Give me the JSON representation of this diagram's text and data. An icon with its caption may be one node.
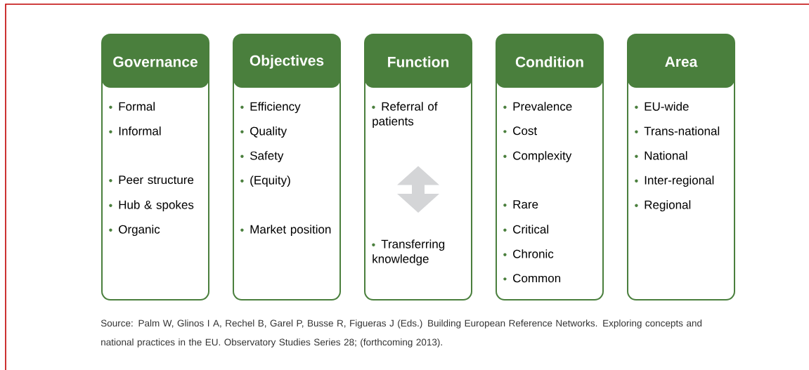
{
  "diagram": {
    "caption": "Source: Palm W, Glinos I A, Rechel B, Garel P, Busse R, Figueras J (Eds.) Building European Reference Networks. Exploring concepts and national practices in the EU. Observatory Studies Series 28; (forthcoming 2013).",
    "nodes": [
      {
        "text": [
          "Governance",
          "Formal",
          "Informal",
          "Peer structure",
          "Hub & spokes",
          "Organic"
        ]
      },
      {
        "text": [
          "Objectives",
          "Efficiency",
          "Quality",
          "Safety",
          "(Equity)",
          "Market position"
        ]
      },
      {
        "text": [
          "Function",
          "Referral of patients",
          "Transferring knowledge"
        ]
      },
      {
        "text": [
          "Condition",
          "Prevalence",
          "Cost",
          "Complexity",
          "Rare",
          "Critical",
          "Chronic",
          "Common"
        ]
      },
      {
        "text": [
          "Area",
          "EU-wide",
          "Trans-national",
          "National",
          "Inter-regional",
          "Regional"
        ]
      }
    ]
  }
}
